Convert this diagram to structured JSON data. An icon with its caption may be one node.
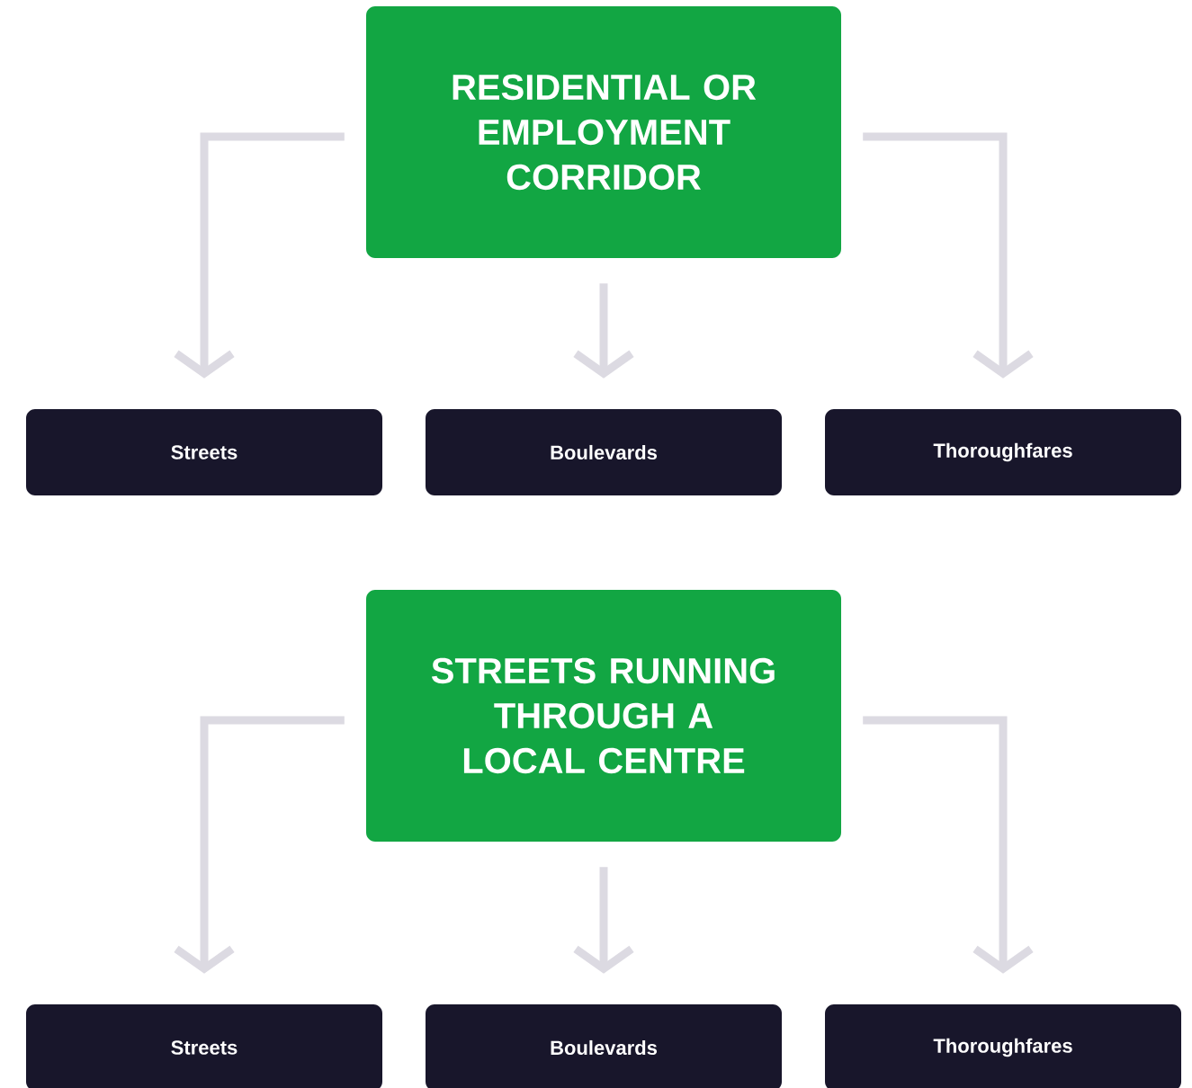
{
  "diagram": {
    "nodes": [
      {
        "text": [
          "RESIDENTIAL OR EMPLOYMENT CORRIDOR"
        ]
      },
      {
        "text": [
          "Streets"
        ]
      },
      {
        "text": [
          "Boulevards"
        ]
      },
      {
        "text": [
          "Thoroughfares"
        ]
      },
      {
        "text": [
          "STREETS RUNNING THROUGH A LOCAL CENTRE"
        ]
      },
      {
        "text": [
          "Streets"
        ]
      },
      {
        "text": [
          "Boulevards"
        ]
      },
      {
        "text": [
          "Thoroughfares"
        ]
      }
    ],
    "edges": [
      {
        "from": 0,
        "to": 1,
        "arrow": "to"
      },
      {
        "from": 0,
        "to": 2,
        "arrow": "to"
      },
      {
        "from": 0,
        "to": 3,
        "arrow": "to"
      },
      {
        "from": 4,
        "to": 5,
        "arrow": "to"
      },
      {
        "from": 4,
        "to": 6,
        "arrow": "to"
      },
      {
        "from": 4,
        "to": 7,
        "arrow": "to"
      }
    ]
  }
}
